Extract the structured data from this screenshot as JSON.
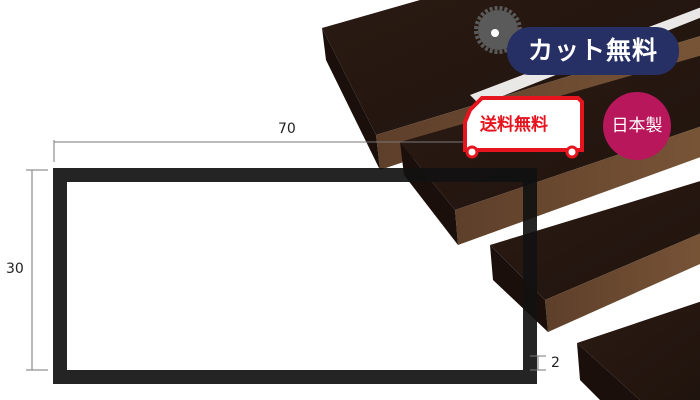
{
  "product": {
    "type": "rectangular-pipe-cross-section",
    "dimensions": {
      "width_label": "70",
      "height_label": "30",
      "thickness_label": "2"
    }
  },
  "badges": {
    "free_cut": "カット無料",
    "free_shipping": "送料無料",
    "made_in_japan": "日本製"
  },
  "colors": {
    "wood_dark": "#2a1a12",
    "wood_light": "#6b4a32",
    "profile": "#111111",
    "cut_badge_bg": "#263064",
    "shipping_red": "#e6141e",
    "japan_badge_bg": "#b8175c",
    "saw_gray": "#5a5a5a"
  }
}
